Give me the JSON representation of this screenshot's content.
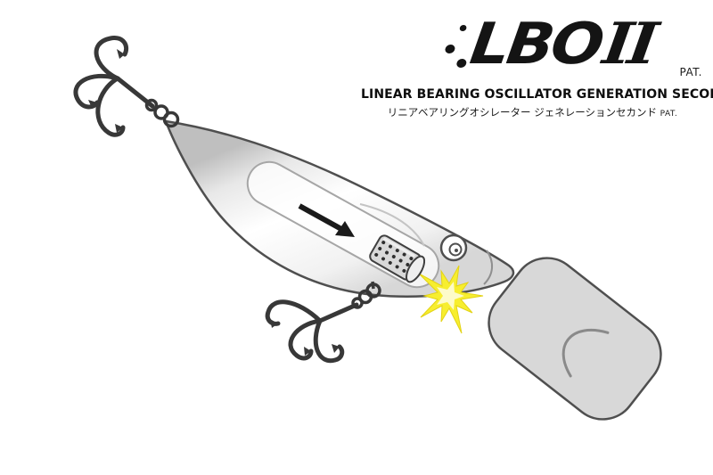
{
  "header": {
    "logo": {
      "main": "LBO",
      "numeral": "II",
      "pat": "PAT."
    },
    "title_en": "LINEAR BEARING OSCILLATOR GENERATION SECOND",
    "title_jp": "リニアベアリングオシレーター ジェネレーションセカンド",
    "title_jp_pat": "PAT."
  },
  "illustration": {
    "parts": [
      "tail-treble-hook",
      "split-rings",
      "lure-body",
      "bearing-channel",
      "direction-arrow",
      "bearing-weight",
      "impact-flash",
      "eye",
      "belly-treble-hook",
      "diving-lip"
    ],
    "colors": {
      "outline": "#4f4f4f",
      "hook": "#383838",
      "impact_flash_yellow": "#f7ee2f",
      "arrow_black": "#1a1a1a",
      "body_shade": "#d7d7d7"
    }
  }
}
